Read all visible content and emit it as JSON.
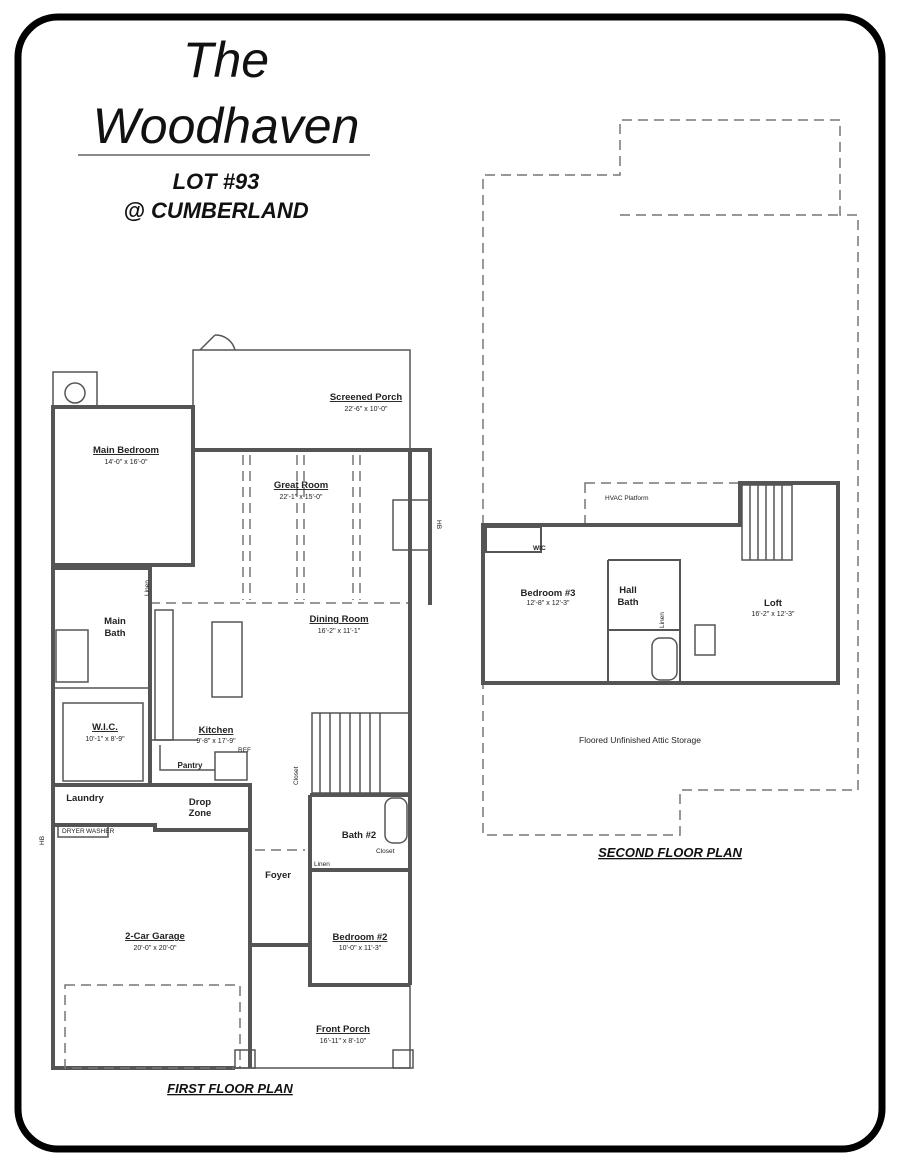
{
  "header": {
    "title_line1": "The",
    "title_line2": "Woodhaven",
    "lot": "LOT #93",
    "community": "@ CUMBERLAND"
  },
  "first_floor": {
    "label": "FIRST FLOOR PLAN",
    "rooms": [
      {
        "name": "Screened Porch",
        "dims": "22'-6\" x 10'-0\""
      },
      {
        "name": "Main Bedroom",
        "dims": "14'-0\" x 16'-0\""
      },
      {
        "name": "Great Room",
        "dims": "22'-1\" x 15'-0\""
      },
      {
        "name": "Dining Room",
        "dims": "16'-2\" x 11'-1\""
      },
      {
        "name": "W.I.C.",
        "dims": "10'-1\" x 8'-9\""
      },
      {
        "name": "Kitchen",
        "dims": "9'-8\" x 17'-9\""
      },
      {
        "name": "2-Car Garage",
        "dims": "20'-0\" x 20'-0\""
      },
      {
        "name": "Bedroom #2",
        "dims": "10'-0\" x 11'-3\""
      },
      {
        "name": "Front Porch",
        "dims": "16'-11\" x 8'-10\""
      }
    ],
    "labels": {
      "main_bath_1": "Main",
      "main_bath_2": "Bath",
      "linen": "Linen",
      "pantry": "Pantry",
      "laundry": "Laundry",
      "drop_1": "Drop",
      "drop_2": "Zone",
      "foyer": "Foyer",
      "bath2": "Bath #2",
      "closet": "Closet",
      "linen2": "Linen",
      "closet2": "Closet",
      "hb": "HB",
      "hb2": "HB",
      "dryer": "DRYER",
      "washer": "WASHER",
      "ref": "REF"
    }
  },
  "second_floor": {
    "label": "SECOND FLOOR PLAN",
    "rooms": [
      {
        "name": "Bedroom #3",
        "dims": "12'-8\" x 12'-3\""
      },
      {
        "name": "Loft",
        "dims": "16'-2\" x 12'-3\""
      }
    ],
    "labels": {
      "hvac": "HVAC Platform",
      "wic": "WIC",
      "hall_1": "Hall",
      "hall_2": "Bath",
      "linen": "Linen",
      "attic": "Floored Unfinished Attic Storage"
    }
  },
  "colors": {
    "border": "#000000",
    "walls": "#555555"
  }
}
